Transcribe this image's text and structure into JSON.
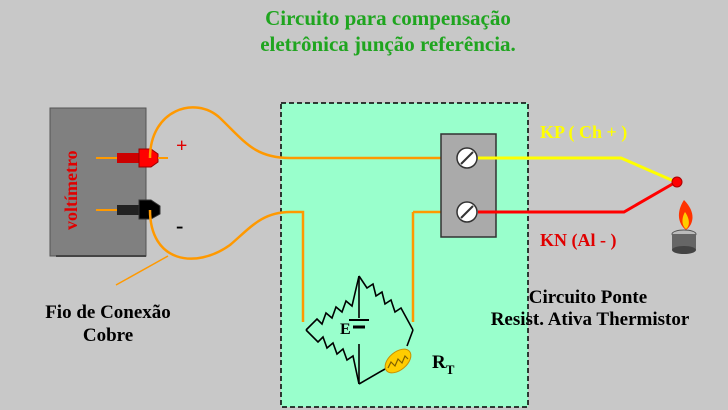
{
  "title": {
    "line1": "Circuito para compensação",
    "line2": "eletrônica junção referência."
  },
  "voltmeter": {
    "label": "voltímetro",
    "plus": "+",
    "minus": "-"
  },
  "wire_label": {
    "line1": "Fio de Conexão",
    "line2": "Cobre"
  },
  "thermocouple": {
    "positive_label": "KP ( Ch + )",
    "negative_label": "KN (Al - )"
  },
  "bridge": {
    "source_label": "E",
    "thermistor_label": "R",
    "thermistor_subscript": "T",
    "caption_line1": "Circuito Ponte",
    "caption_line2": "Resist. Ativa Thermistor"
  },
  "colors": {
    "background": "#c8c8c8",
    "title": "#1fa51f",
    "board": "#99ffcc",
    "copper_wire": "#ff9900",
    "positive_wire": "#ffff00",
    "negative_wire": "#ff0000",
    "voltmeter_body": "#808080"
  },
  "icons": {
    "flame": "flame-icon",
    "terminal_screw": "screw-terminal-icon",
    "probe": "probe-tip-icon"
  }
}
